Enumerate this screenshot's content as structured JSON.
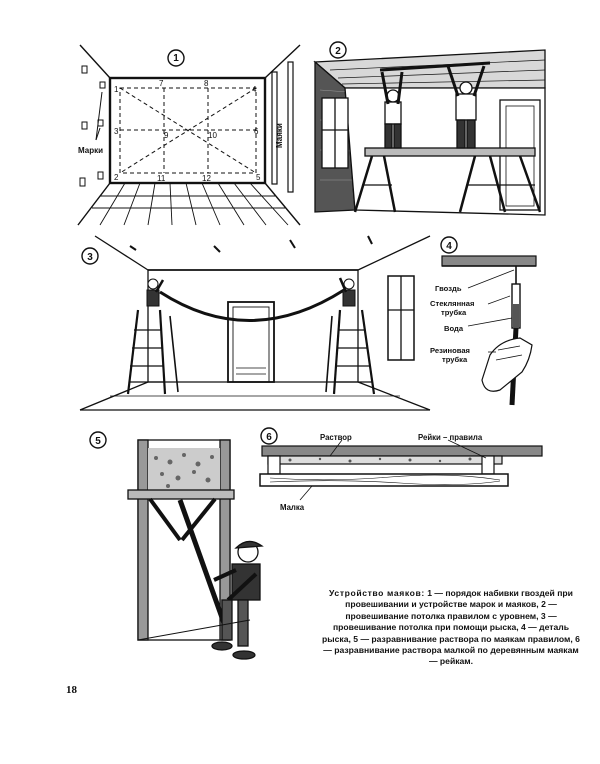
{
  "page_number": "18",
  "panels": {
    "p1": {
      "number": "1",
      "markers_top": [
        "7",
        "8"
      ],
      "corner_tl": "1",
      "corner_tr": "4",
      "corner_bl": "2",
      "corner_br": "5",
      "mid_left": "3",
      "mid_right": "6",
      "center_left": "9",
      "center_right": "10",
      "markers_bottom": [
        "11",
        "12"
      ],
      "label_marks": "Марки",
      "label_beacons": "Маяки"
    },
    "p2": {
      "number": "2"
    },
    "p3": {
      "number": "3"
    },
    "p4": {
      "number": "4",
      "label_nail": "Гвоздь",
      "label_tube_1": "Стеклянная",
      "label_tube_2": "трубка",
      "label_water": "Вода",
      "label_hose_1": "Резиновая",
      "label_hose_2": "трубка"
    },
    "p5": {
      "number": "5"
    },
    "p6": {
      "number": "6",
      "label_mortar": "Раствор",
      "label_rails": "Рейки – правила",
      "label_float": "Малка"
    }
  },
  "caption": {
    "lead": "Устройство маяков:",
    "text": "1 — порядок набивки гвоздей при провешивании и устройстве марок и маяков, 2 — провешивание потолка правилом с уровнем, 3 — провешивание потолка при помощи рыска, 4 — деталь рыска, 5 — разравнивание раствора по маякам правилом, 6 — разравнивание раствора малкой по деревянным маякам — рейкам."
  }
}
